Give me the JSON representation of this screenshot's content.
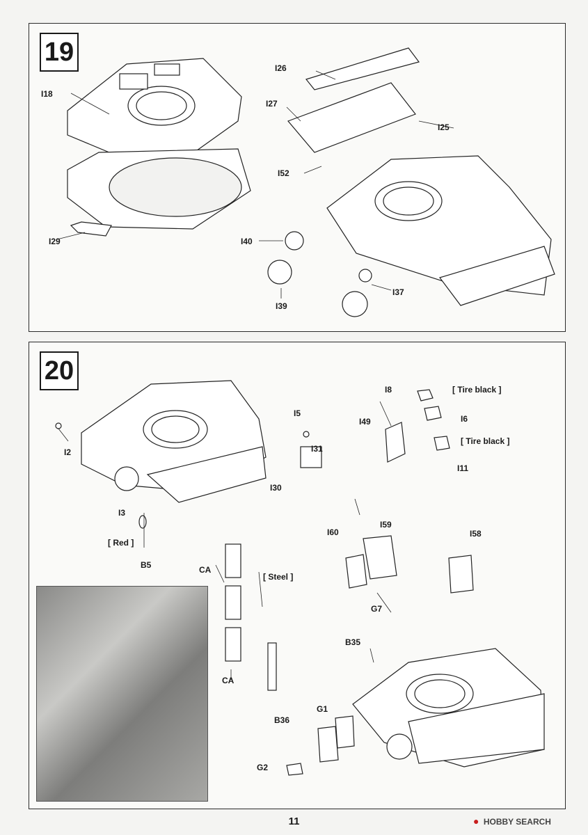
{
  "page_number": "11",
  "watermark": {
    "brand": "HOBBY SEARCH"
  },
  "step19": {
    "number": "19",
    "parts": [
      "I18",
      "I26",
      "I27",
      "I25",
      "I52",
      "I29",
      "I40",
      "I39",
      "I37"
    ]
  },
  "step20": {
    "number": "20",
    "parts": [
      "I2",
      "I5",
      "I31",
      "I30",
      "I3",
      "B5",
      "I8",
      "I6",
      "I49",
      "I11",
      "I60",
      "I59",
      "G7",
      "I58",
      "CA",
      "CA",
      "B35",
      "B36",
      "G1",
      "G2"
    ],
    "colors": {
      "red": "[ Red ]",
      "steel": "[ Steel ]",
      "tire_black_1": "[ Tire black ]",
      "tire_black_2": "[ Tire black ]"
    }
  }
}
